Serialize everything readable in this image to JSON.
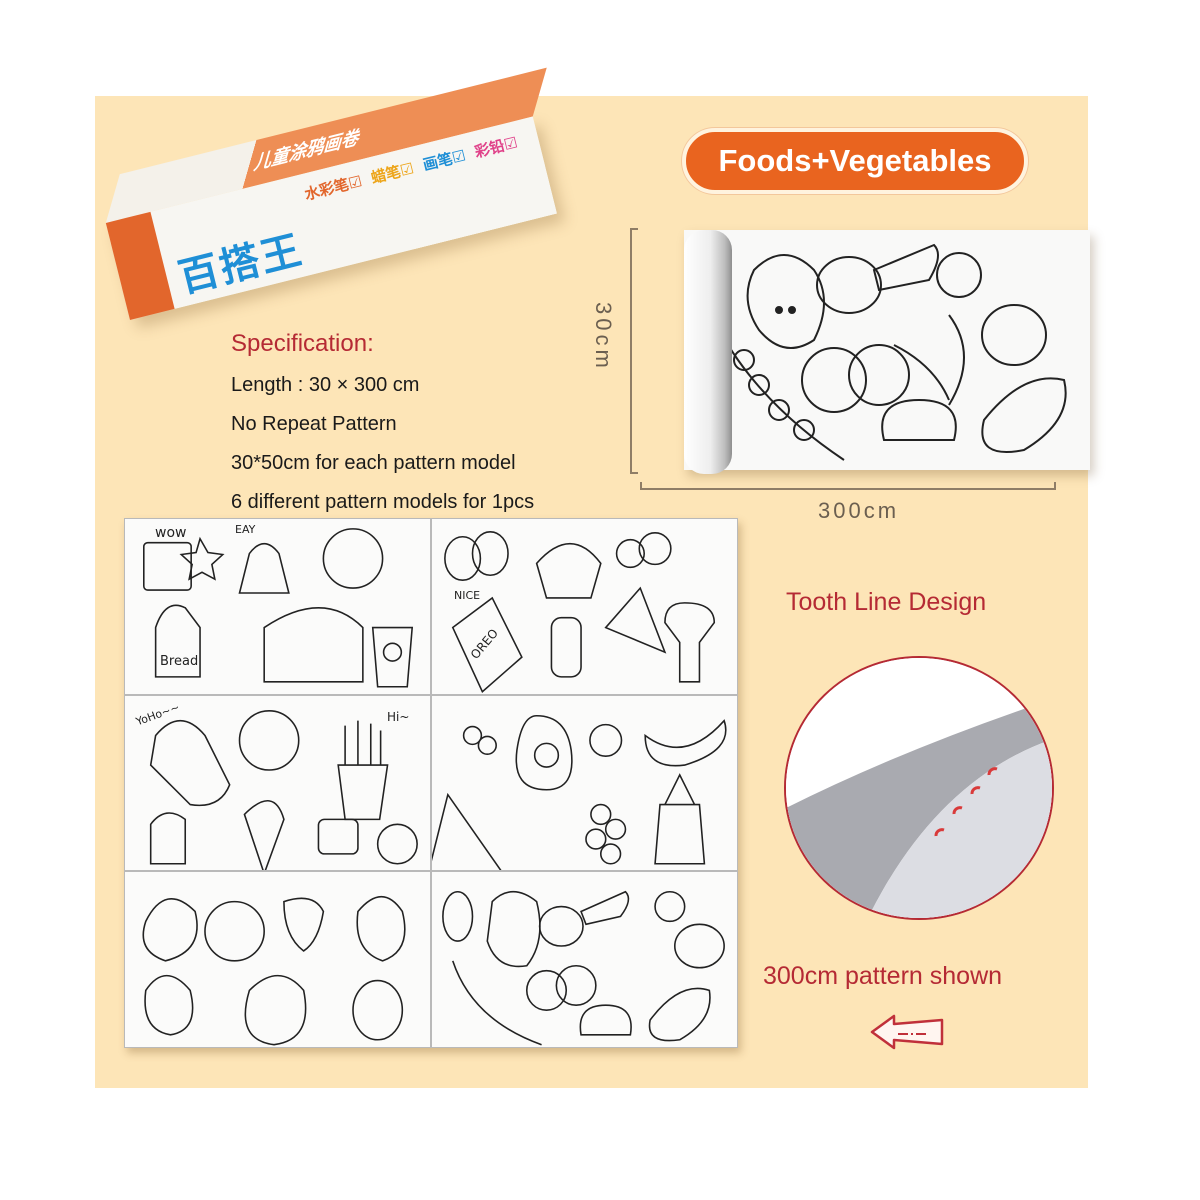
{
  "colors": {
    "background_panel": "#fde5b7",
    "badge_orange": "#e9641f",
    "accent_red": "#b52a34",
    "box_orange": "#e2662c",
    "box_blue": "#1f8fd6"
  },
  "product_box": {
    "brand": "百搭王",
    "title": "儿童涂鸦画卷",
    "tags": [
      "水彩笔☑",
      "蜡笔☑",
      "画笔☑",
      "彩铅☑"
    ]
  },
  "specification": {
    "title": "Specification:",
    "lines": [
      "Length : 30 × 300 cm",
      "No Repeat Pattern",
      "30*50cm for each pattern model",
      "6 different pattern models for 1pcs"
    ]
  },
  "badge": {
    "label": "Foods+Vegetables"
  },
  "roll": {
    "height_label": "30cm",
    "width_label": "300cm",
    "icon": "paper-roll-icon"
  },
  "pattern_sheet": {
    "panels": [
      {
        "theme": "bakery-drinks",
        "words": [
          "wow",
          "EAY",
          "Bread"
        ]
      },
      {
        "theme": "snacks-desserts",
        "words": [
          "NICE",
          "OREO"
        ]
      },
      {
        "theme": "toast-fastfood",
        "words": [
          "YoHo~~",
          "Hi~"
        ]
      },
      {
        "theme": "fruits-1",
        "words": []
      },
      {
        "theme": "fruits-2",
        "words": []
      },
      {
        "theme": "vegetables",
        "words": []
      }
    ]
  },
  "tooth_line": {
    "title": "Tooth Line Design",
    "icon": "perforated-edge-icon"
  },
  "pattern_shown": {
    "label": "300cm pattern shown",
    "icon": "arrow-left-icon"
  }
}
